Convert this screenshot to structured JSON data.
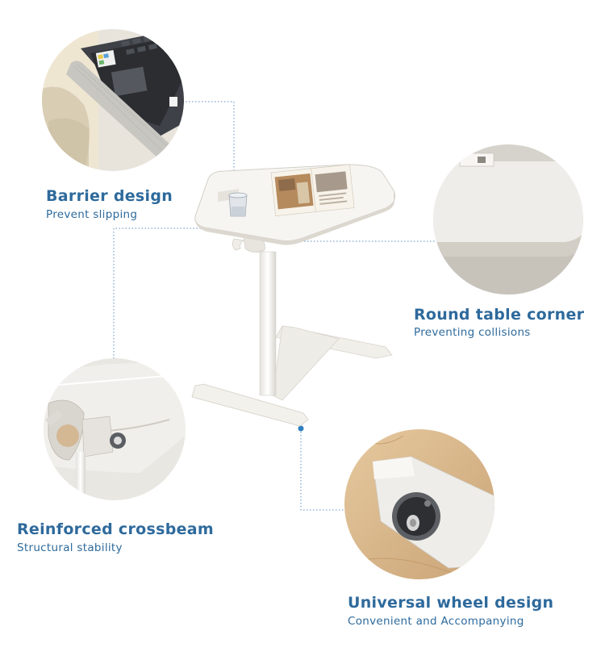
{
  "features": {
    "barrier": {
      "title": "Barrier design",
      "subtitle": "Prevent slipping"
    },
    "corner": {
      "title": "Round table corner",
      "subtitle": "Preventing collisions"
    },
    "crossbeam": {
      "title": "Reinforced crossbeam",
      "subtitle": "Structural stability"
    },
    "wheel": {
      "title": "Universal wheel design",
      "subtitle": "Convenient and Accompanying"
    }
  },
  "colors": {
    "accent": "#2e6a9c",
    "connector_dot": "#2f7fc1",
    "desk_white": "#f4f2ee",
    "wood": "#d9b98d"
  }
}
